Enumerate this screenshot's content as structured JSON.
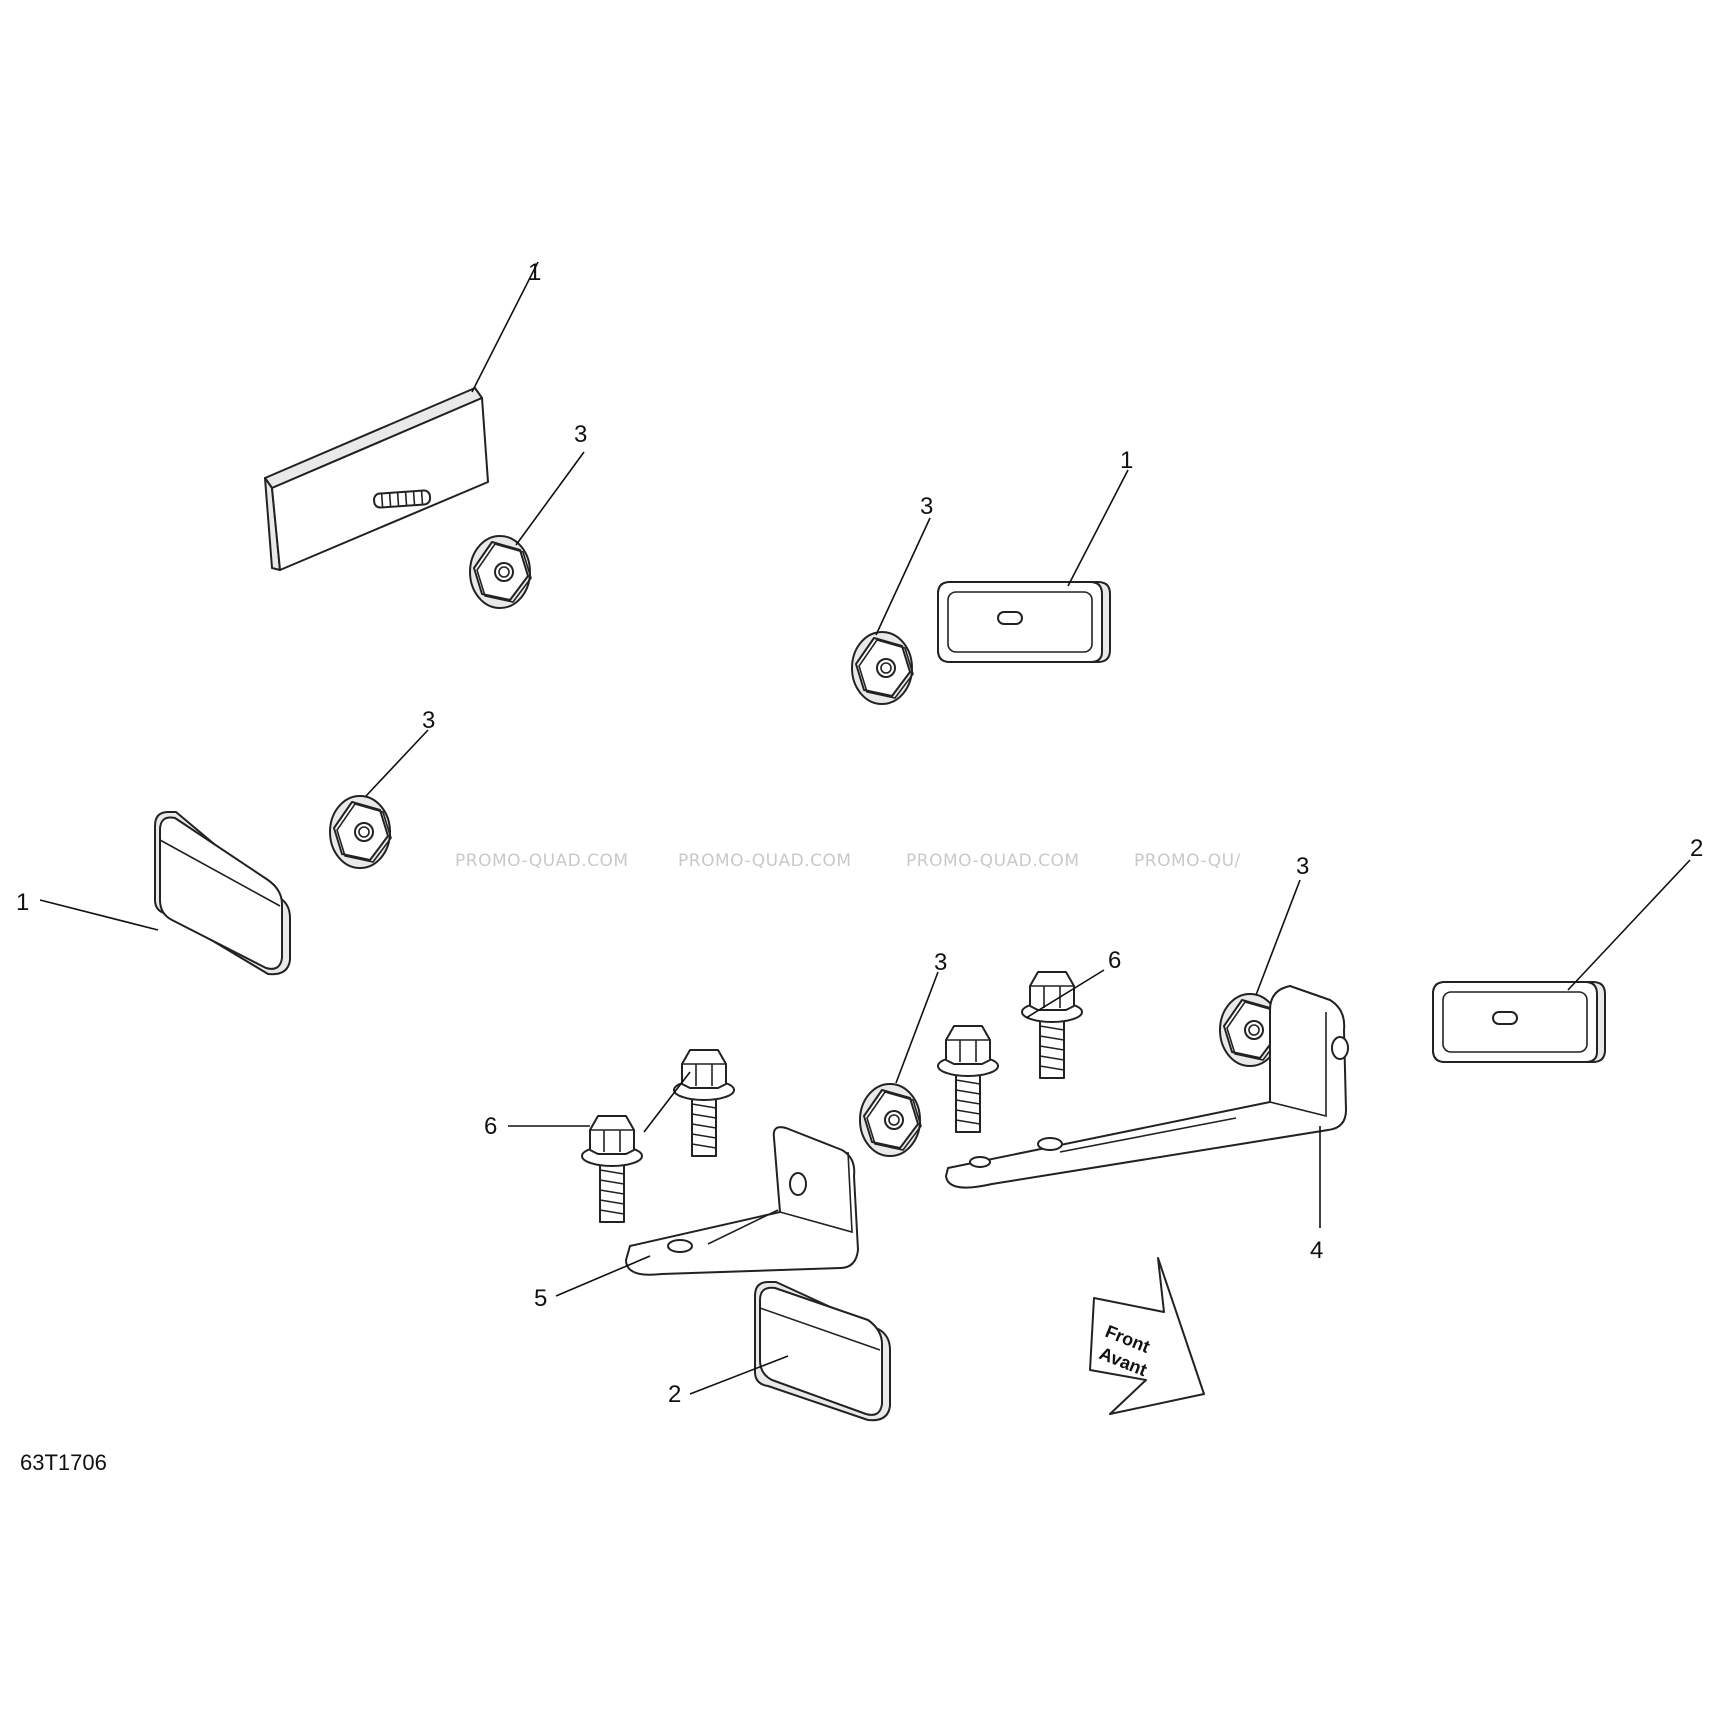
{
  "figure_id": "63T1706",
  "watermark": [
    "PROMO-QUAD.COM",
    "PROMO-QUAD.COM",
    "PROMO-QUAD.COM",
    "PROMO-QU/"
  ],
  "direction_arrow": {
    "line1": "Front",
    "line2": "Avant"
  },
  "callouts": {
    "reflector_top_left": "1",
    "reflector_mid_right": "1",
    "reflector_left": "1",
    "reflector_right": "2",
    "reflector_bottom": "2",
    "nut_top": "3",
    "nut_mid": "3",
    "nut_left": "3",
    "nut_right": "3",
    "nut_center": "3",
    "bracket_right": "4",
    "bracket_left": "5",
    "bolt_left": "6",
    "bolt_right": "6"
  },
  "colors": {
    "line": "#222222",
    "watermark": "#c9c9c9",
    "background": "#ffffff"
  }
}
